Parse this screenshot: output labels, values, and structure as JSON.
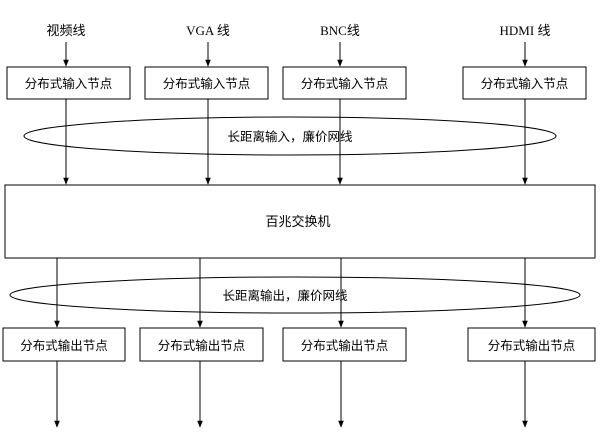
{
  "sources": [
    "视频线",
    "VGA 线",
    "BNC线",
    "HDMI 线"
  ],
  "input_nodes": [
    "分布式输入节点",
    "分布式输入节点",
    "分布式输入节点",
    "分布式输入节点"
  ],
  "input_ring": "长距离输入，廉价网线",
  "switch": "百兆交换机",
  "output_ring": "长距离输出，廉价网线",
  "output_nodes": [
    "分布式输出节点",
    "分布式输出节点",
    "分布式输出节点",
    "分布式输出节点"
  ],
  "colors": {
    "line": "#000000",
    "background": "#ffffff"
  }
}
